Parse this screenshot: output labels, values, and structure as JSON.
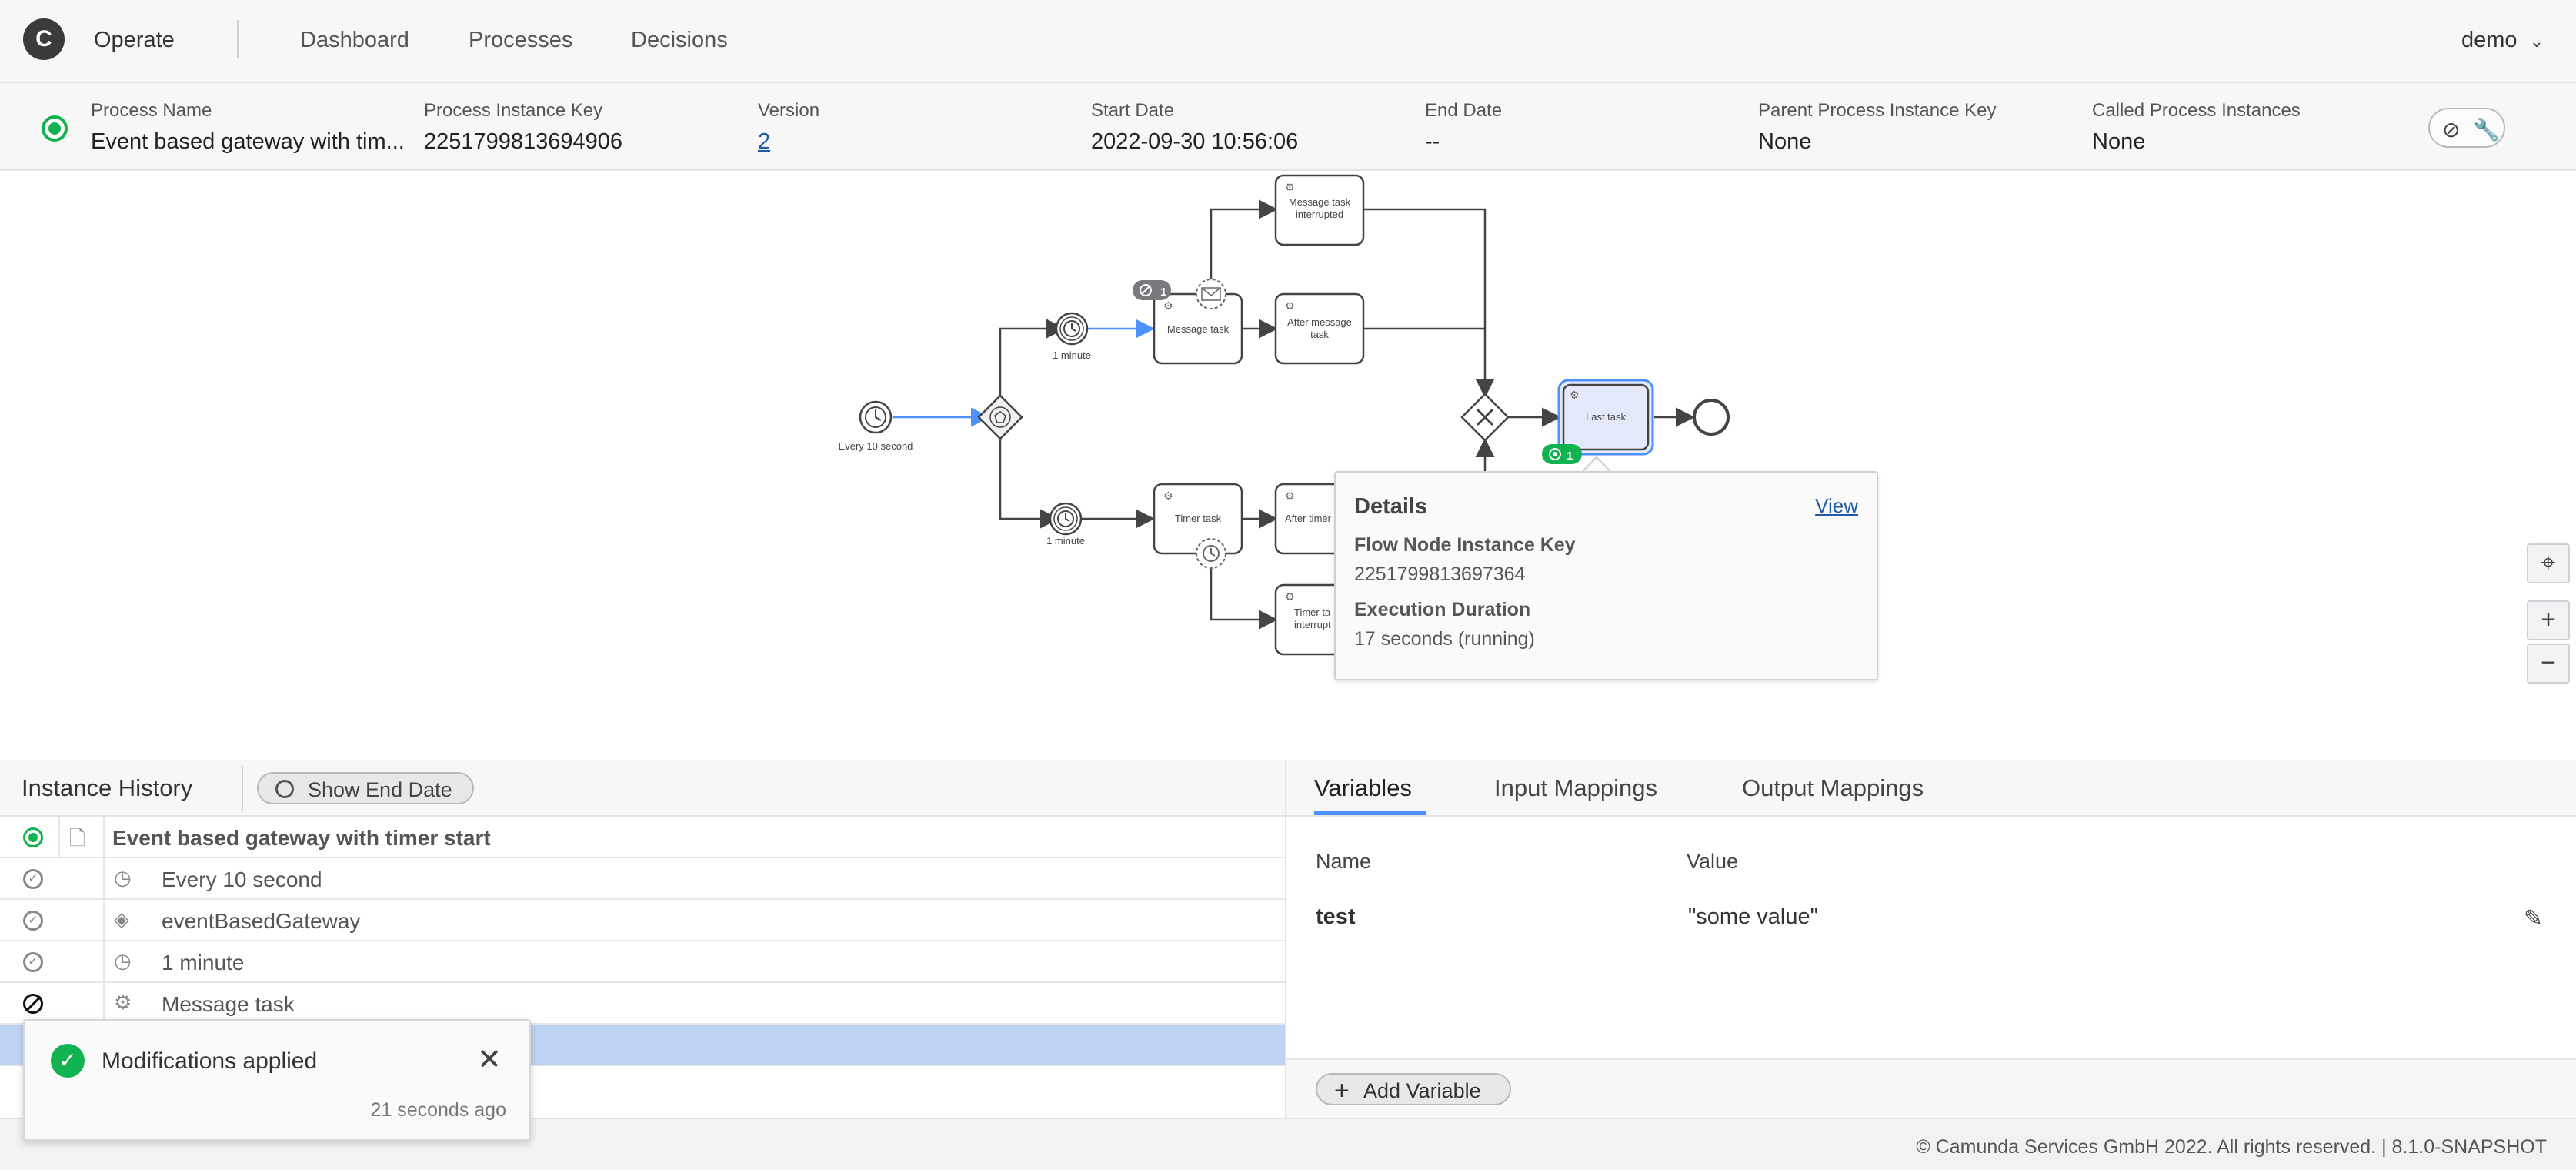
{
  "header": {
    "logo": "C",
    "brand": "Operate",
    "nav": [
      "Dashboard",
      "Processes",
      "Decisions"
    ],
    "user": "demo"
  },
  "instance": {
    "process_name_label": "Process Name",
    "process_name": "Event based gateway with tim...",
    "key_label": "Process Instance Key",
    "key": "2251799813694906",
    "version_label": "Version",
    "version": "2",
    "start_label": "Start Date",
    "start": "2022-09-30 10:56:06",
    "end_label": "End Date",
    "end": "--",
    "parent_label": "Parent Process Instance Key",
    "parent": "None",
    "called_label": "Called Process Instances",
    "called": "None"
  },
  "diagram": {
    "labels": {
      "start_timer": "Every 10 second",
      "timer_top": "1 minute",
      "timer_bottom": "1 minute",
      "message_task": "Message task",
      "message_interrupted_1": "Message task",
      "message_interrupted_2": "interrupted",
      "after_message_1": "After message",
      "after_message_2": "task",
      "timer_task": "Timer task",
      "after_timer": "After timer",
      "timer_interrupted_1": "Timer ta",
      "timer_interrupted_2": "interrupt",
      "last_task": "Last task"
    },
    "badges": {
      "canceled": "1",
      "active": "1"
    },
    "colors": {
      "active": "#10b34f",
      "flow": "#4d90fe",
      "selected_fill": "#e3e9f9"
    }
  },
  "tooltip": {
    "title": "Details",
    "view": "View",
    "key_label": "Flow Node Instance Key",
    "key": "2251799813697364",
    "duration_label": "Execution Duration",
    "duration": "17 seconds (running)"
  },
  "zoom": {
    "reset": "⌖",
    "in": "+",
    "out": "−"
  },
  "history": {
    "title": "Instance History",
    "show_end_date": "Show End Date",
    "rows": [
      {
        "label": "Event based gateway with timer start"
      },
      {
        "label": "Every 10 second"
      },
      {
        "label": "eventBasedGateway"
      },
      {
        "label": "1 minute"
      },
      {
        "label": "Message task"
      }
    ]
  },
  "variables": {
    "tabs": [
      "Variables",
      "Input Mappings",
      "Output Mappings"
    ],
    "col_name": "Name",
    "col_value": "Value",
    "rows": [
      {
        "name": "test",
        "value": "\"some value\""
      }
    ],
    "add_variable": "Add Variable"
  },
  "toast": {
    "message": "Modifications applied",
    "time": "21 seconds ago"
  },
  "footer": "© Camunda Services GmbH 2022. All rights reserved. | 8.1.0-SNAPSHOT"
}
